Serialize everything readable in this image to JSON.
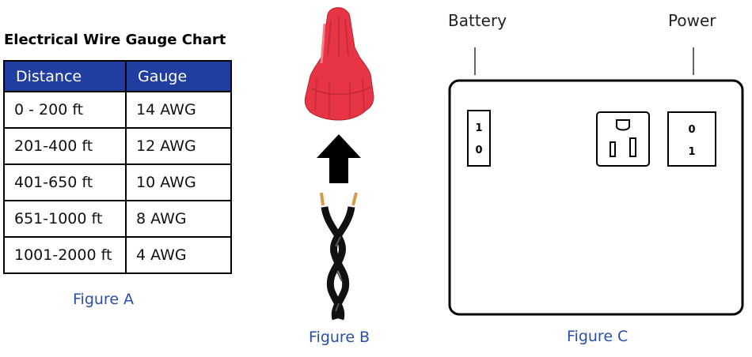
{
  "figure_a": {
    "title": "Electrical Wire Gauge Chart",
    "table": {
      "headers": [
        "Distance",
        "Gauge"
      ],
      "rows": [
        [
          "0 - 200 ft",
          "14 AWG"
        ],
        [
          "201-400 ft",
          "12 AWG"
        ],
        [
          "401-650 ft",
          "10 AWG"
        ],
        [
          "651-1000 ft",
          "8 AWG"
        ],
        [
          "1001-2000 ft",
          "4 AWG"
        ]
      ]
    },
    "caption": "Figure A",
    "header_color": "#1f3ea0"
  },
  "figure_b": {
    "caption": "Figure B",
    "wire_nut_color": "#e83545",
    "icons": [
      "wire-nut-icon",
      "up-arrow-icon",
      "twisted-wire-icon"
    ]
  },
  "figure_c": {
    "caption": "Figure C",
    "labels": {
      "battery": "Battery",
      "power": "Power"
    },
    "battery_switch": {
      "top": "1",
      "bottom": "0"
    },
    "power_switch": {
      "top": "0",
      "bottom": "1"
    },
    "icons": [
      "battery-switch-icon",
      "power-outlet-icon",
      "power-switch-icon"
    ]
  },
  "caption_color": "#2a4fa8"
}
